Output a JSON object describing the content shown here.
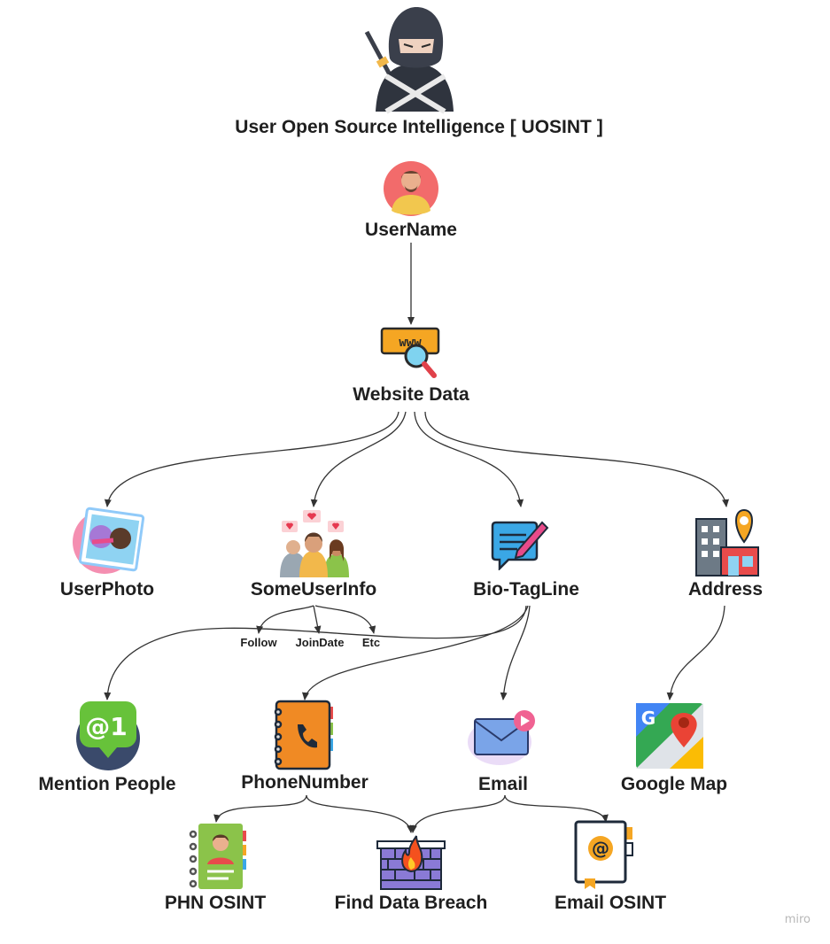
{
  "title": "User Open Source Intelligence [ UOSINT ]",
  "nodes": {
    "username": "UserName",
    "website_data": "Website Data",
    "user_photo": "UserPhoto",
    "some_user_info": "SomeUserInfo",
    "bio_tagline": "Bio-TagLine",
    "address": "Address",
    "follow": "Follow",
    "join_date": "JoinDate",
    "etc": "Etc",
    "mention_people": "Mention People",
    "phone_number": "PhoneNumber",
    "email": "Email",
    "google_map": "Google Map",
    "phn_osint": "PHN OSINT",
    "find_data_breach": "Find Data Breach",
    "email_osint": "Email OSINT"
  },
  "icons": {
    "title": "ninja-icon",
    "username": "user-avatar-icon",
    "website_data": "www-search-icon",
    "user_photo": "photo-icon",
    "some_user_info": "people-hearts-icon",
    "bio_tagline": "edit-message-icon",
    "address": "building-location-icon",
    "mention_people": "mention-chat-icon",
    "phone_number": "phone-book-icon",
    "email": "envelope-icon",
    "google_map": "google-maps-icon",
    "phn_osint": "contact-book-icon",
    "find_data_breach": "firewall-icon",
    "email_osint": "email-book-icon"
  },
  "watermark": "miro",
  "colors": {
    "line": "#333333",
    "text": "#1f1f1f"
  }
}
